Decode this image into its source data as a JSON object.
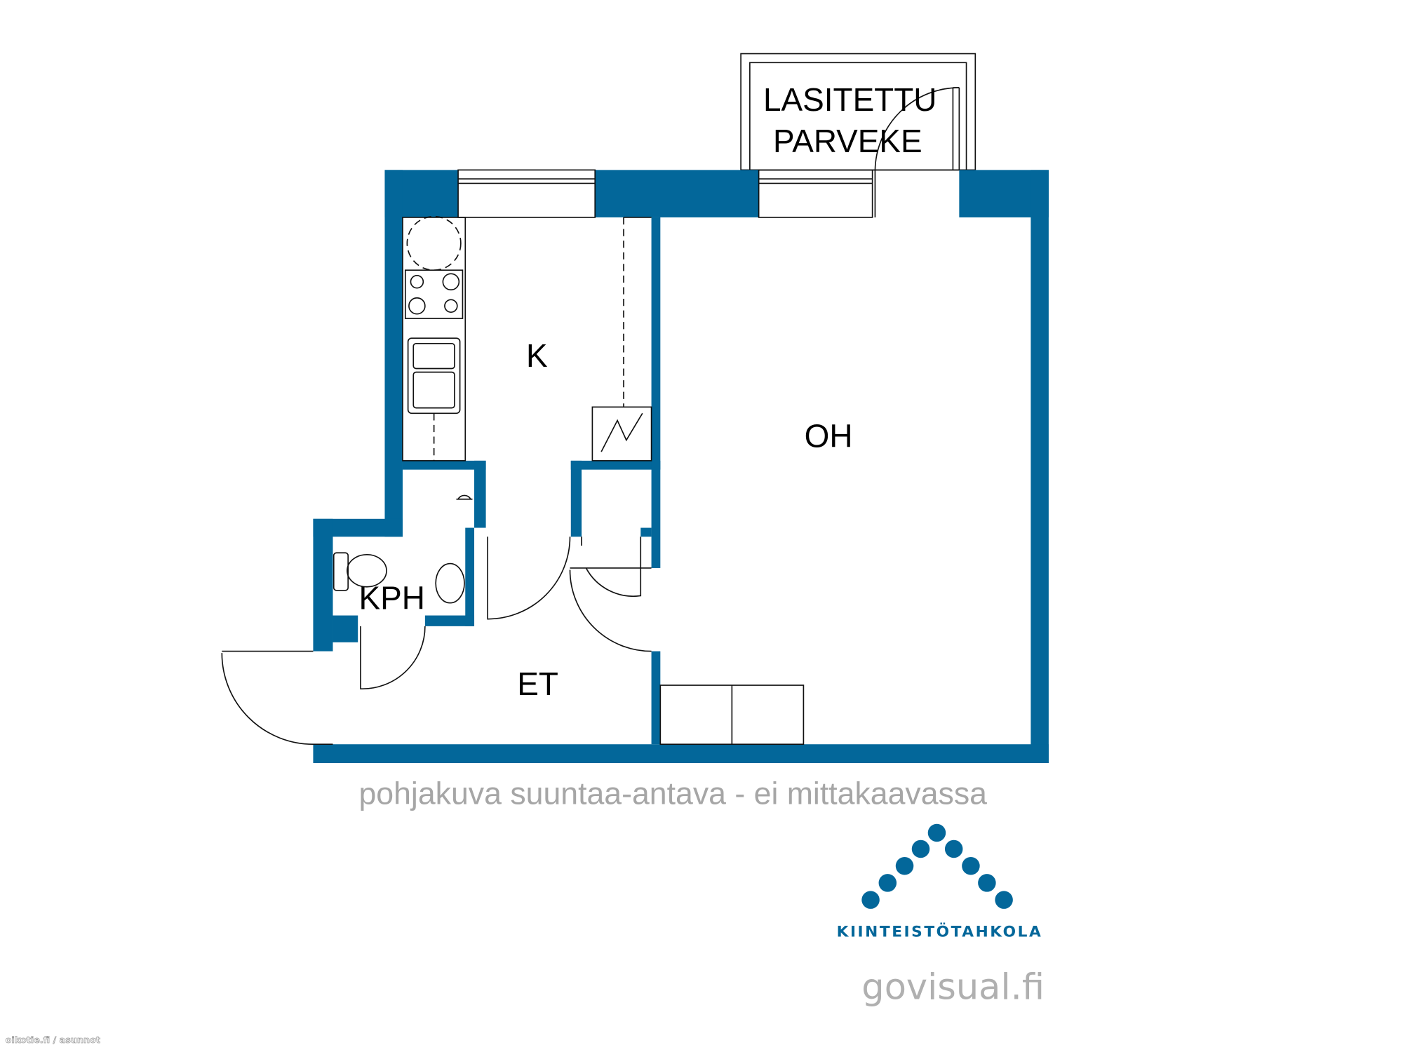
{
  "rooms": {
    "balcony_line1": "LASITETTU",
    "balcony_line2": "PARVEKE",
    "kitchen": "K",
    "living": "OH",
    "bathroom": "KPH",
    "hall": "ET"
  },
  "disclaimer": "pohjakuva suuntaa-antava - ei mittakaavassa",
  "logo": {
    "name": "KIINTEISTÖTAHKOLA"
  },
  "credit": "govisual.fi",
  "watermark": "oikotie.fi / asunnot",
  "colors": {
    "wall": "#03679a",
    "text_gray": "#a6a6a6"
  }
}
